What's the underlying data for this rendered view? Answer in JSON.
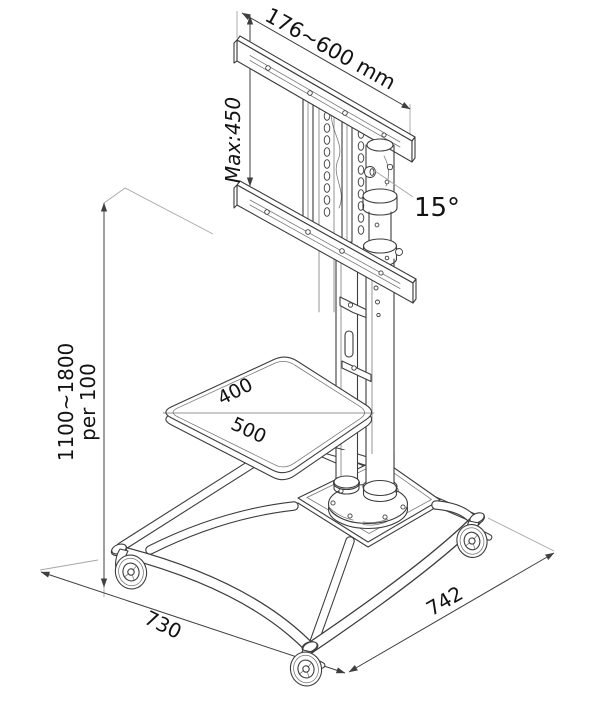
{
  "figure": {
    "labels": {
      "bracket_width": "176~600 mm",
      "bracket_max": "Max:450",
      "tilt": "15°",
      "height_range": "1100~1800",
      "height_step": "per 100",
      "shelf_depth": "400",
      "shelf_width": "500",
      "base_front": "730",
      "base_side": "742"
    },
    "colors": {
      "line": "#3d3d3d",
      "dim": "#3f3f3f",
      "ext": "#a6a6a6",
      "text": "#121212",
      "bg": "#ffffff"
    }
  }
}
